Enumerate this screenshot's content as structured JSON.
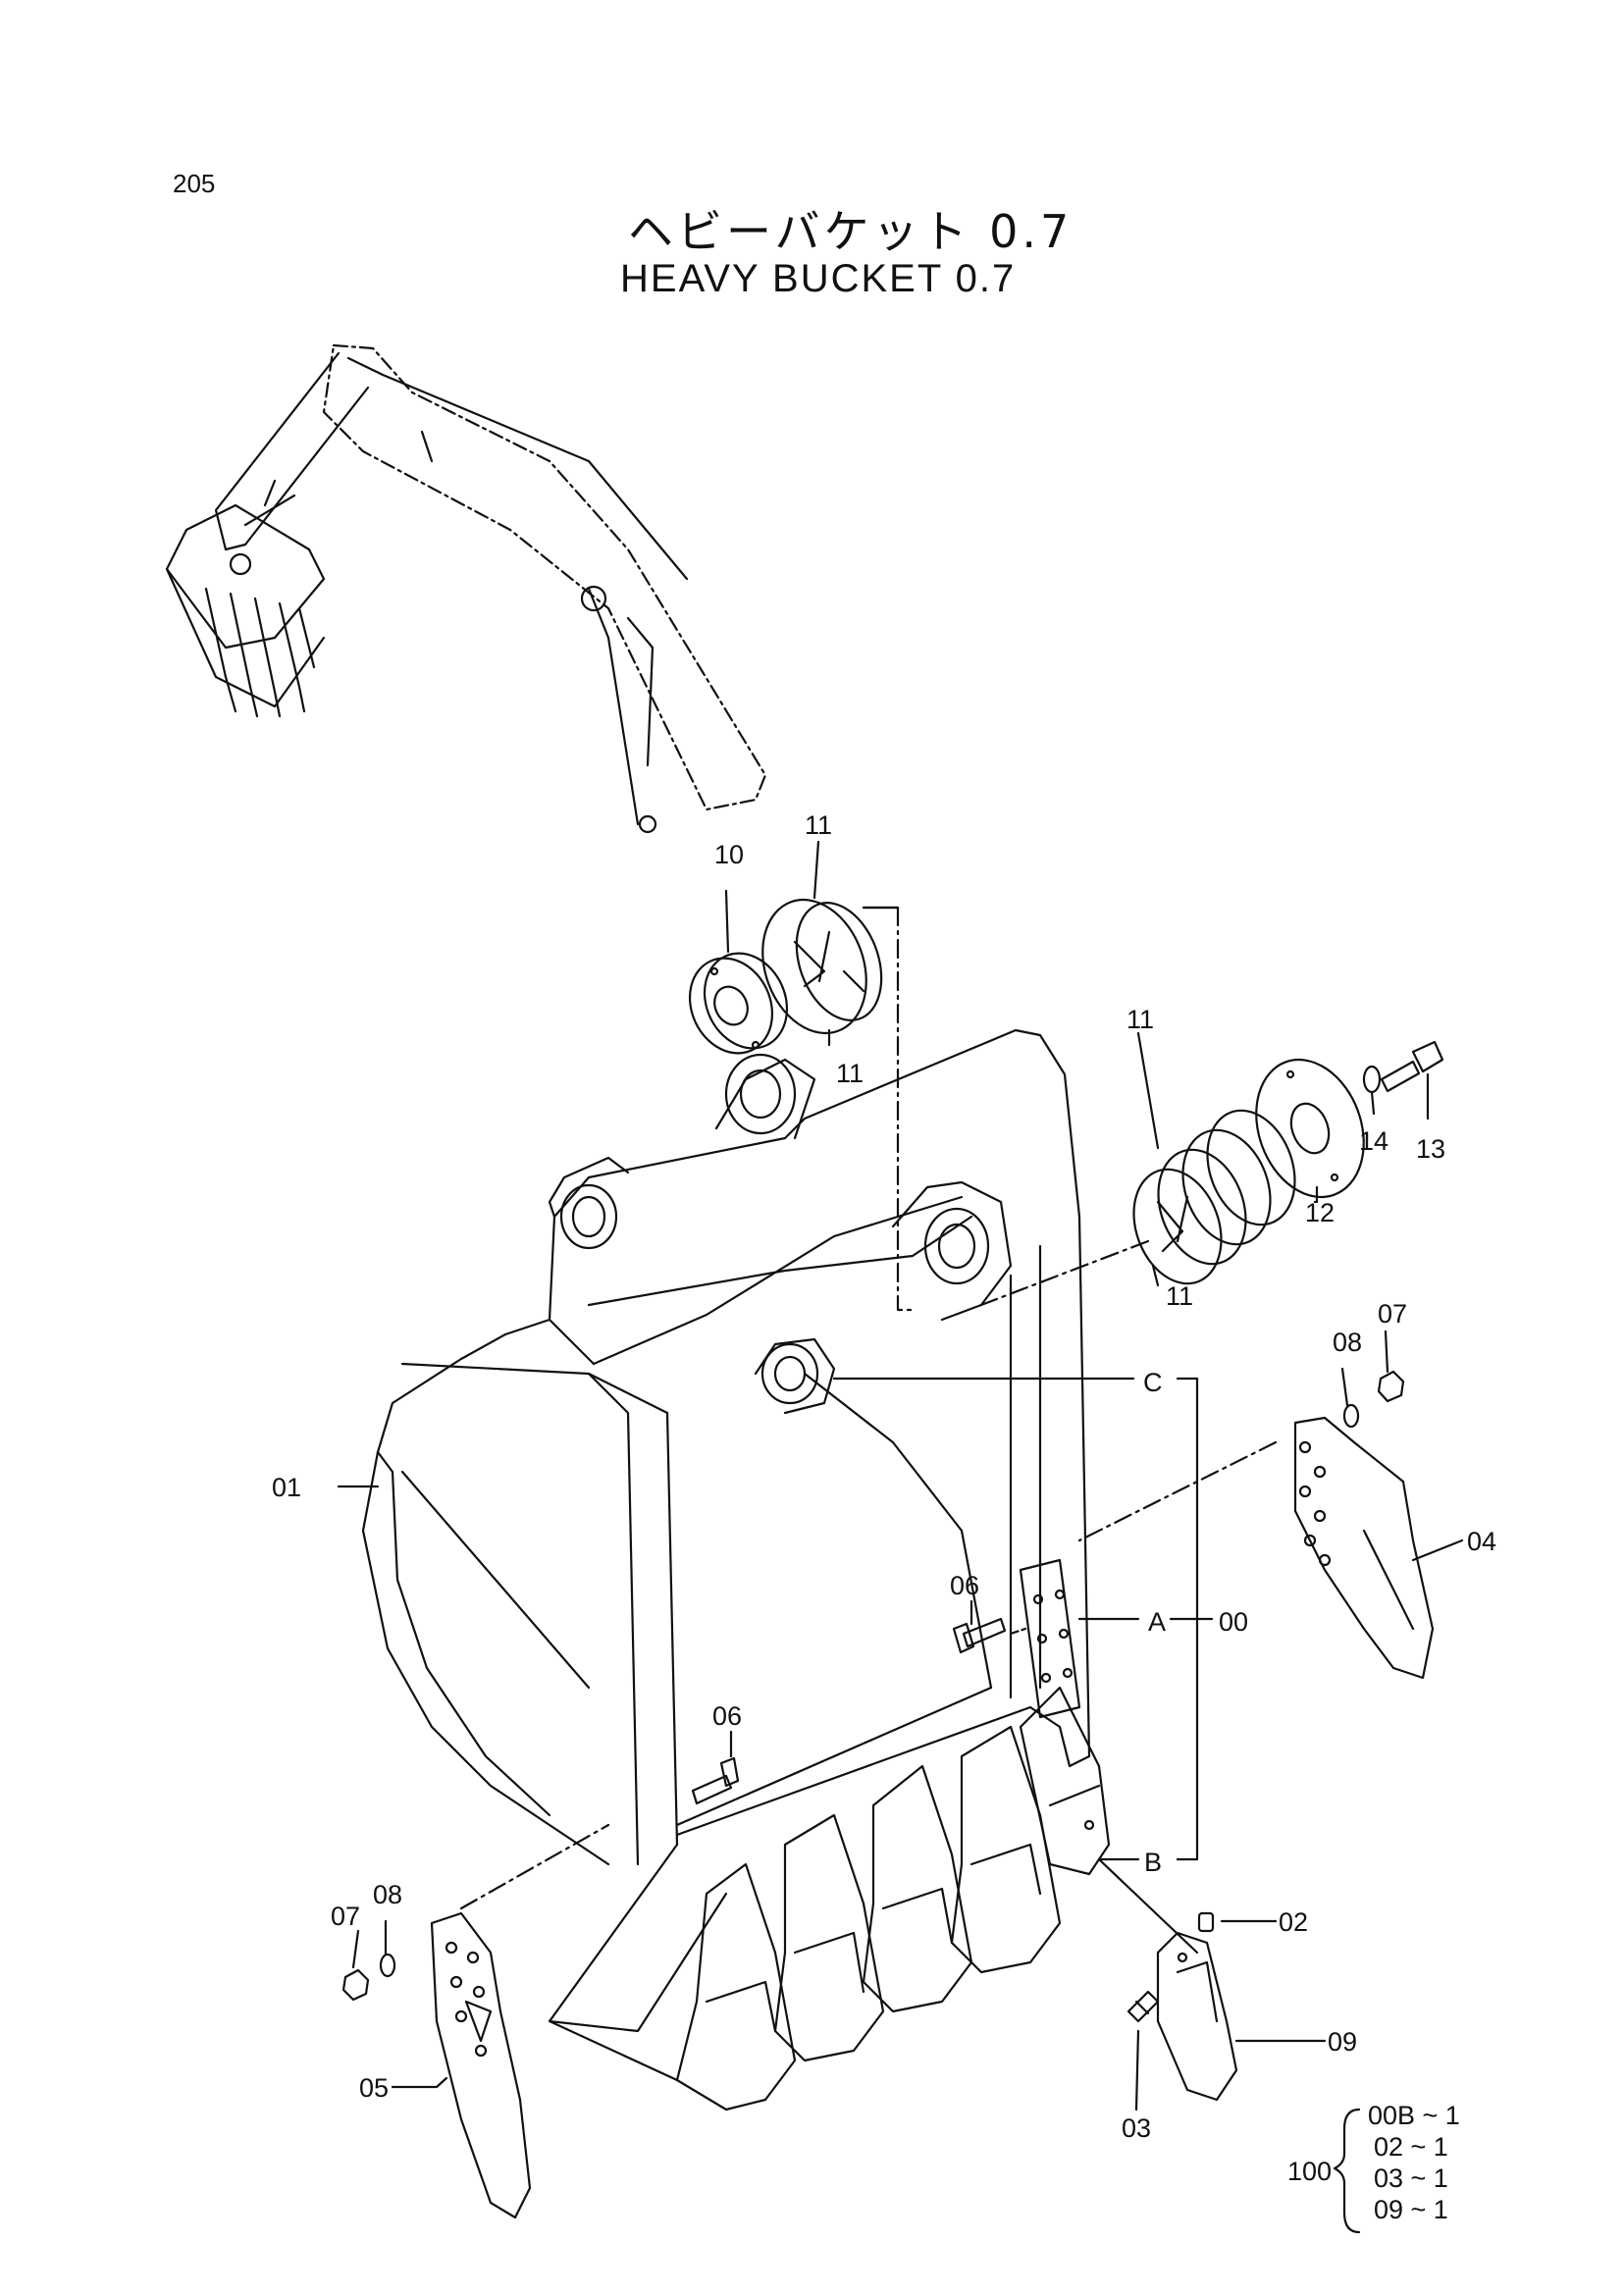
{
  "page_number": "205",
  "title_jp": "ヘビーバケット 0.7",
  "title_en": "HEAVY BUCKET 0.7",
  "callouts": {
    "p00": "00",
    "p01": "01",
    "p02": "02",
    "p03": "03",
    "p04": "04",
    "p05": "05",
    "p06a": "06",
    "p06b": "06",
    "p07a": "07",
    "p07b": "07",
    "p08a": "08",
    "p08b": "08",
    "p09": "09",
    "p10": "10",
    "p11a": "11",
    "p11b": "11",
    "p11c": "11",
    "p11d": "11",
    "p12": "12",
    "p13": "13",
    "p14": "14",
    "refA": "A",
    "refB": "B",
    "refC": "C"
  },
  "kit": {
    "number": "100",
    "items": [
      "00B ~ 1",
      "02 ~ 1",
      "03 ~ 1",
      "09 ~ 1"
    ]
  }
}
